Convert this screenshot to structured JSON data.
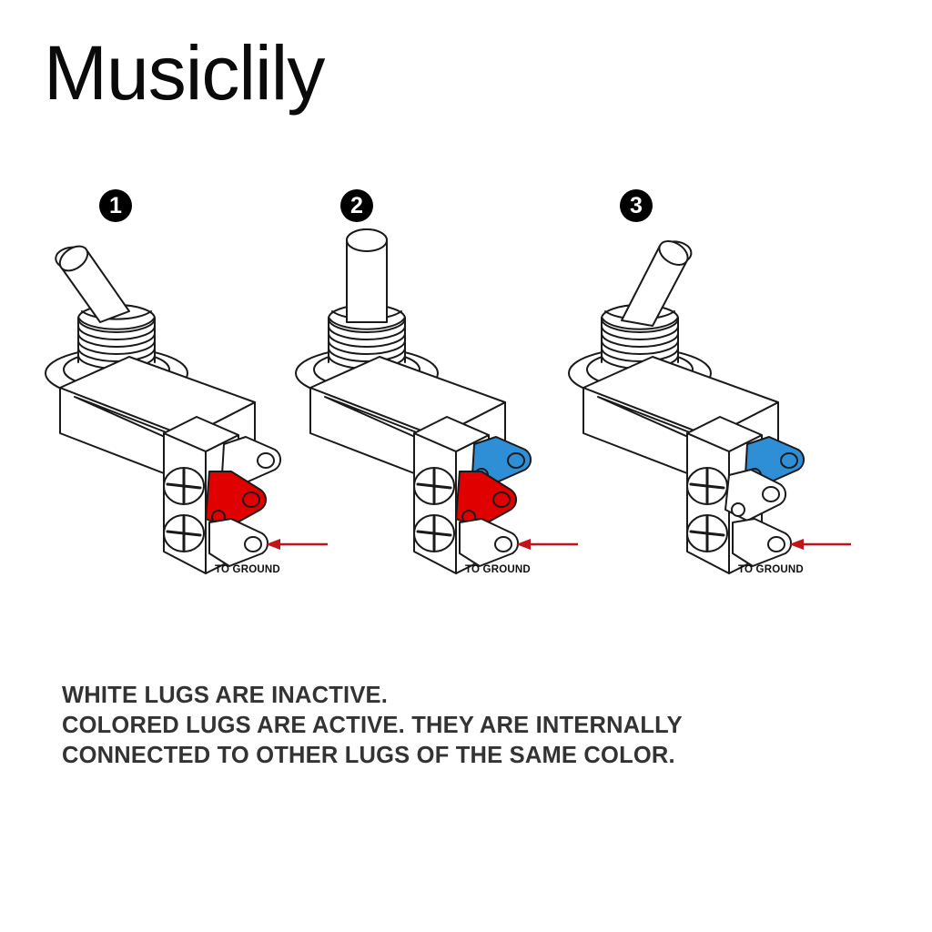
{
  "brand": {
    "title": "Musiclily"
  },
  "diagram": {
    "ground_label": "TO GROUND",
    "colors": {
      "active_red": "#E00000",
      "active_blue": "#2E8FD6",
      "inactive_white": "#FFFFFF",
      "outline": "#1A1A1A",
      "arrow_red": "#C2151B",
      "background": "#FFFFFF",
      "caption_text": "#333333",
      "badge_fill": "#000000",
      "badge_text": "#FFFFFF"
    },
    "switches": [
      {
        "step": "1",
        "lever_position": "left",
        "ground_label": "TO GROUND",
        "lugs": [
          {
            "tier": "top",
            "state": "inactive",
            "color": "#FFFFFF"
          },
          {
            "tier": "middle",
            "state": "active",
            "color": "#E00000"
          },
          {
            "tier": "bottom",
            "state": "ground",
            "color": "#FFFFFF"
          }
        ]
      },
      {
        "step": "2",
        "lever_position": "center",
        "ground_label": "TO GROUND",
        "lugs": [
          {
            "tier": "top",
            "state": "active",
            "color": "#2E8FD6"
          },
          {
            "tier": "middle",
            "state": "active",
            "color": "#E00000"
          },
          {
            "tier": "bottom",
            "state": "ground",
            "color": "#FFFFFF"
          }
        ]
      },
      {
        "step": "3",
        "lever_position": "right",
        "ground_label": "TO GROUND",
        "lugs": [
          {
            "tier": "top",
            "state": "active",
            "color": "#2E8FD6"
          },
          {
            "tier": "middle",
            "state": "inactive",
            "color": "#FFFFFF"
          },
          {
            "tier": "bottom",
            "state": "ground",
            "color": "#FFFFFF"
          }
        ]
      }
    ]
  },
  "caption": {
    "lines": [
      "WHITE LUGS ARE INACTIVE.",
      "COLORED LUGS ARE ACTIVE. THEY ARE INTERNALLY",
      "CONNECTED TO OTHER LUGS OF THE SAME COLOR."
    ]
  }
}
